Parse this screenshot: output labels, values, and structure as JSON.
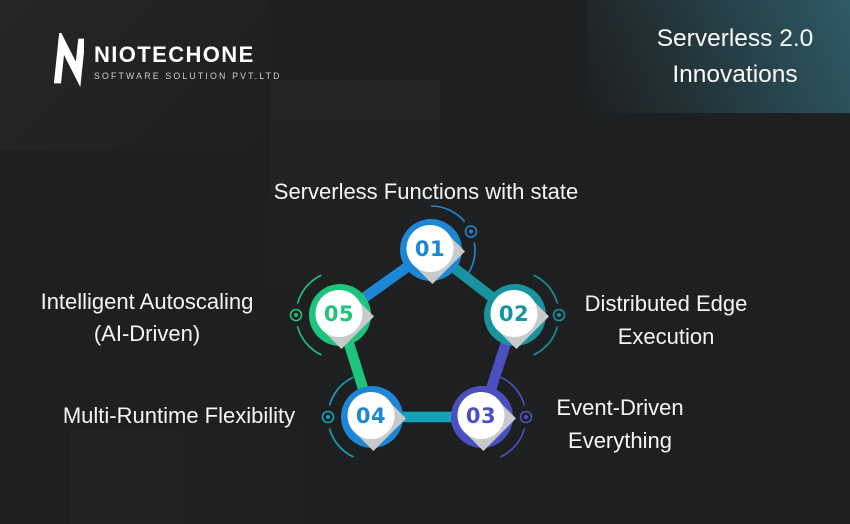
{
  "brand": {
    "name": "NIOTECHONE",
    "tagline": "SOFTWARE SOLUTION PVT.LTD"
  },
  "title": {
    "line1": "Serverless 2.0",
    "line2": "Innovations"
  },
  "colors": {
    "background": "#1e1f20",
    "title_box_teal": "#2e5a66",
    "label_text": "#f4f5f6",
    "shadow_gray": "#c9cacc",
    "node_white": "#ffffff"
  },
  "items": [
    {
      "number": "01",
      "color": "#1e87d5",
      "arc_color": "#1e87d5",
      "label_lines": [
        "Serverless Functions with state"
      ]
    },
    {
      "number": "02",
      "color": "#17949d",
      "arc_color": "#17949d",
      "label_lines": [
        "Distributed Edge",
        "Execution"
      ]
    },
    {
      "number": "03",
      "color": "#4c4fc0",
      "arc_color": "#4c4fc0",
      "label_lines": [
        "Event-Driven",
        "Everything"
      ]
    },
    {
      "number": "04",
      "color": "#1e87d5",
      "arc_color": "#14a4b8",
      "label_lines": [
        "Multi-Runtime Flexibility"
      ]
    },
    {
      "number": "05",
      "color": "#1ec47d",
      "arc_color": "#1ec47d",
      "label_lines": [
        "Intelligent Autoscaling",
        "(AI-Driven)"
      ]
    }
  ],
  "connectors": [
    {
      "from": "05",
      "to": "01",
      "color": "#1e87d5"
    },
    {
      "from": "01",
      "to": "02",
      "color": "#17949d"
    },
    {
      "from": "02",
      "to": "03",
      "color": "#4c4fc0"
    },
    {
      "from": "03",
      "to": "04",
      "color": "#14a4b8"
    },
    {
      "from": "04",
      "to": "05",
      "color": "#1ec47d"
    }
  ]
}
